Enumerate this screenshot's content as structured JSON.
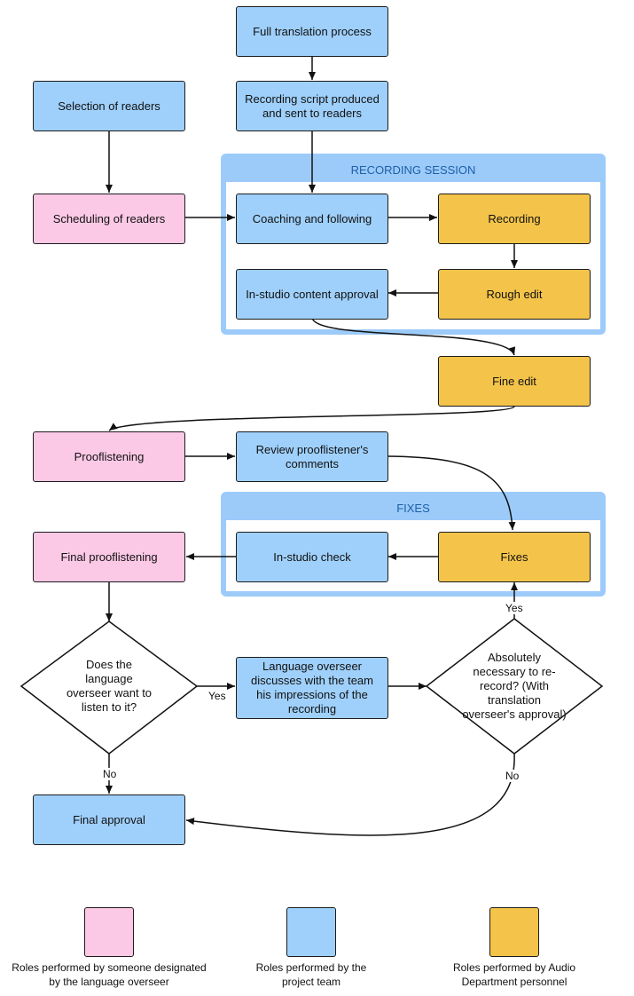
{
  "groups": {
    "recording_session": "RECORDING SESSION",
    "fixes": "FIXES"
  },
  "nodes": {
    "full_translation": "Full translation process",
    "recording_script": "Recording script produced and sent to readers",
    "selection_of_readers": "Selection of readers",
    "scheduling_of_readers": "Scheduling of readers",
    "coaching": "Coaching and following",
    "recording": "Recording",
    "in_studio_approval": "In-studio content approval",
    "rough_edit": "Rough edit",
    "fine_edit": "Fine edit",
    "prooflistening": "Prooflistening",
    "review_comments": "Review prooflistener's comments",
    "fixes": "Fixes",
    "final_prooflistening": "Final prooflistening",
    "in_studio_check": "In-studio check",
    "language_overseer_discusses": "Language overseer discusses with the team his impressions of the recording",
    "final_approval": "Final approval"
  },
  "decisions": {
    "want_to_listen": "Does the language overseer want to listen to it?",
    "necessary_rerecord": "Absolutely necessary to re-record? (With translation overseer's approval)"
  },
  "edge_labels": {
    "yes_listen": "Yes",
    "no_listen": "No",
    "yes_rerecord": "Yes",
    "no_rerecord": "No"
  },
  "legend": {
    "pink": "Roles performed by someone designated by the language overseer",
    "blue": "Roles performed by the project team",
    "gold": "Roles performed by Audio Department personnel"
  },
  "colors": {
    "pink": "#fbc9e6",
    "blue": "#9fd0fb",
    "gold": "#f4c44a",
    "group_border": "#9ccbfa",
    "group_title_text": "#1e5fa8"
  }
}
